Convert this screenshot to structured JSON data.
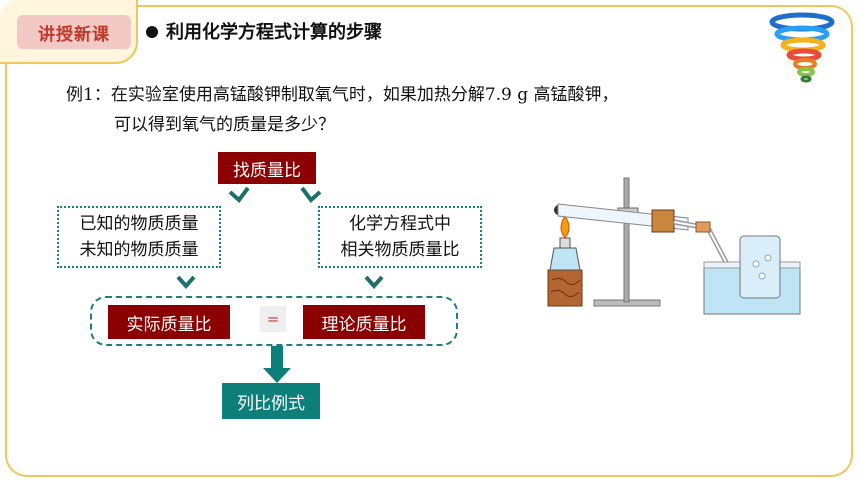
{
  "tab": {
    "label": "讲授新课"
  },
  "heading": "利用化学方程式计算的步骤",
  "problem": {
    "line1": "例1：在实验室使用高锰酸钾制取氧气时，如果加热分解7.9 g 高锰酸钾，",
    "line2": "可以得到氧气的质量是多少？"
  },
  "flow": {
    "top": "找质量比",
    "left_line1": "已知的物质质量",
    "left_line2": "未知的物质质量",
    "right_line1": "化学方程式中",
    "right_line2": "相关物质质量比",
    "actual": "实际质量比",
    "equals": "=",
    "theory": "理论质量比",
    "result": "列比例式"
  },
  "colors": {
    "accent_red": "#8b0000",
    "teal": "#0d7f7a",
    "frame": "#f0c75e"
  }
}
